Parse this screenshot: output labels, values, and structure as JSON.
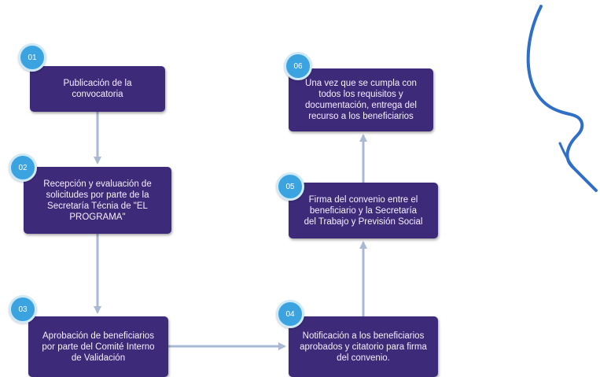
{
  "flowchart": {
    "steps": [
      {
        "number": "01",
        "text": "Publicación de la\nconvocatoria"
      },
      {
        "number": "02",
        "text": "Recepción y evaluación de\nsolicitudes por parte de la\nSecretaría Técnia de \"EL\nPROGRAMA\""
      },
      {
        "number": "03",
        "text": "Aprobación de beneficiarios\npor parte del Comité Interno\nde Validación"
      },
      {
        "number": "04",
        "text": "Notificación a los beneficiarios\naprobados y citatorio para firma\ndel convenio."
      },
      {
        "number": "05",
        "text": "Firma del convenio entre el\nbeneficiario y la Secretaría\ndel Trabajo y Previsión Social"
      },
      {
        "number": "06",
        "text": "Una vez que se cumpla con\ntodos los requisitos y\ndocumentación, entrega del\nrecurso a los beneficiarios"
      }
    ],
    "colors": {
      "box": "#3d2a78",
      "badge": "#3aa3e0",
      "connector": "#a9b9d4",
      "signature_ink": "#2f6fc7"
    }
  }
}
